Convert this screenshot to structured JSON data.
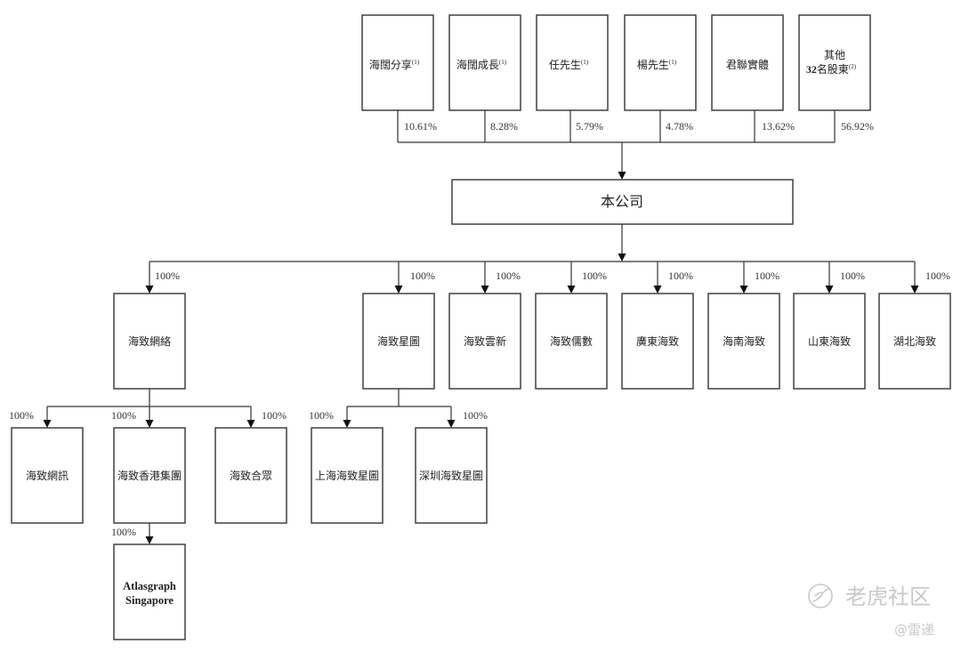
{
  "diagram": {
    "type": "ownership-structure",
    "shareholders": [
      {
        "id": "s1",
        "label": "海闊分享",
        "note": "(1)",
        "pct": "10.61%"
      },
      {
        "id": "s2",
        "label": "海闊成長",
        "note": "(1)",
        "pct": "8.28%"
      },
      {
        "id": "s3",
        "label": "任先生",
        "note": "(1)",
        "pct": "5.79%"
      },
      {
        "id": "s4",
        "label": "楊先生",
        "note": "(1)",
        "pct": "4.78%"
      },
      {
        "id": "s5",
        "label": "君聯實體",
        "note": "",
        "pct": "13.62%"
      },
      {
        "id": "s6",
        "label_line1": "其他",
        "label_line2_num": "32",
        "label_line2_text": "名股東",
        "note": "(2)",
        "pct": "56.92%"
      }
    ],
    "company": {
      "label": "本公司"
    },
    "subsidiaries": [
      {
        "id": "c1",
        "label": "海致網絡",
        "pct": "100%"
      },
      {
        "id": "c2",
        "label": "海致星圖",
        "pct": "100%"
      },
      {
        "id": "c3",
        "label": "海致雲新",
        "pct": "100%"
      },
      {
        "id": "c4",
        "label": "海致儒數",
        "pct": "100%"
      },
      {
        "id": "c5",
        "label": "廣東海致",
        "pct": "100%"
      },
      {
        "id": "c6",
        "label": "海南海致",
        "pct": "100%"
      },
      {
        "id": "c7",
        "label": "山東海致",
        "pct": "100%"
      },
      {
        "id": "c8",
        "label": "湖北海致",
        "pct": "100%"
      }
    ],
    "network_children": [
      {
        "id": "n1",
        "label": "海致網訊",
        "pct": "100%"
      },
      {
        "id": "n2",
        "label": "海致香港集團",
        "pct": "100%"
      },
      {
        "id": "n3",
        "label": "海致合眾",
        "pct": "100%"
      }
    ],
    "xingtu_children": [
      {
        "id": "x1",
        "label": "上海海致星圖",
        "pct": "100%"
      },
      {
        "id": "x2",
        "label": "深圳海致星圖",
        "pct": "100%"
      }
    ],
    "hk_child": {
      "label_line1": "Atlasgraph",
      "label_line2": "Singapore",
      "pct": "100%"
    }
  },
  "watermark": {
    "brand": "老虎社区",
    "author": "@雷递",
    "color": "#c9c9c9"
  }
}
